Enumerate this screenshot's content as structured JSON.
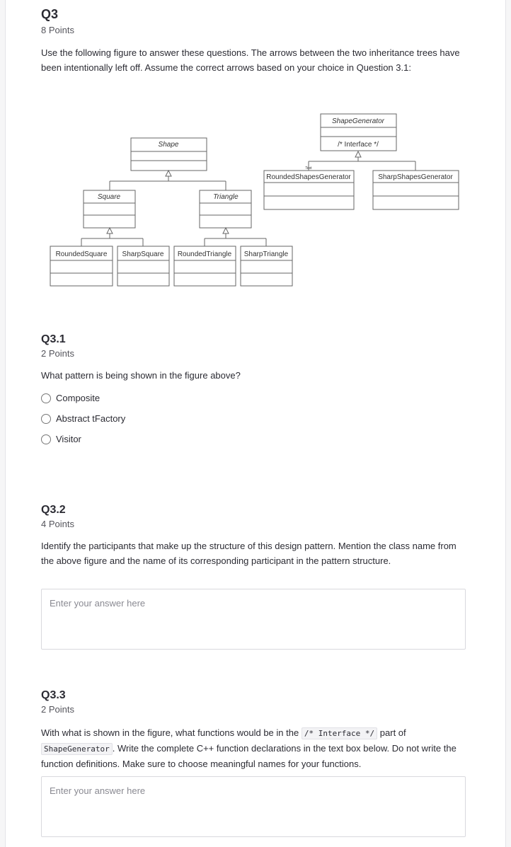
{
  "q3": {
    "title": "Q3",
    "points": "8 Points",
    "text": "Use the following figure to answer these questions. The arrows between the two inheritance trees have been intentionally left off. Assume the correct arrows based on your choice in Question 3.1:"
  },
  "diagram": {
    "shape": "Shape",
    "square": "Square",
    "triangle": "Triangle",
    "rounded_square": "RoundedSquare",
    "sharp_square": "SharpSquare",
    "rounded_triangle": "RoundedTriangle",
    "sharp_triangle": "SharpTriangle",
    "shape_generator": "ShapeGenerator",
    "interface": "/* Interface */",
    "rounded_gen": "RoundedShapesGenerator",
    "sharp_gen": "SharpShapesGenerator",
    "tiny_label": "Text"
  },
  "q31": {
    "title": "Q3.1",
    "points": "2 Points",
    "text": "What pattern is being shown in the figure above?",
    "options": [
      "Composite",
      "Abstract tFactory",
      "Visitor"
    ]
  },
  "q32": {
    "title": "Q3.2",
    "points": "4 Points",
    "text": "Identify the participants that make up the structure of this design pattern. Mention the class name from the above figure and the name of its corresponding participant in the pattern structure.",
    "placeholder": "Enter your answer here"
  },
  "q33": {
    "title": "Q3.3",
    "points": "2 Points",
    "text_before": "With what is shown in the figure, what functions would be in the",
    "code1": "/* Interface */",
    "text_mid": "part of",
    "code2": "ShapeGenerator",
    "text_after": ". Write the complete C++ function declarations in the text box below. Do not write the function definitions. Make sure to choose meaningful names for your functions.",
    "placeholder": "Enter your answer here"
  }
}
